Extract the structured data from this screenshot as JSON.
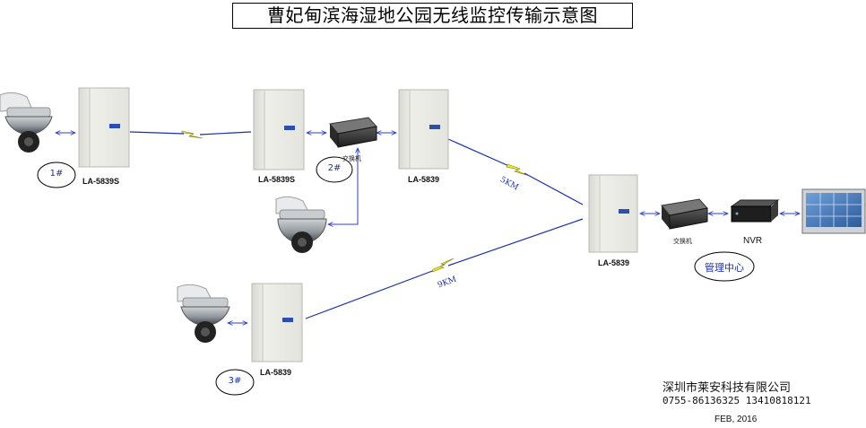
{
  "title": "曹妃甸滨海湿地公园无线监控传输示意图",
  "devices": {
    "ap1": "LA-5839S",
    "ap2": "LA-5839S",
    "ap3": "LA-5839",
    "ap_center": "LA-5839",
    "ap4": "LA-5839"
  },
  "switch_label_1": "交换机",
  "switch_label_2": "交换机",
  "nvr_label": "NVR",
  "links": {
    "link_5km": "5KM",
    "link_9km": "9KM"
  },
  "sites": {
    "site1": "1#",
    "site2": "2#",
    "site3": "3#",
    "center": "管理中心"
  },
  "footer": {
    "company": "深圳市莱安科技有限公司",
    "phone": "0755-86136325 13410818121",
    "date": "FEB, 2016"
  },
  "colors": {
    "link_line": "#1a2fb0",
    "lightning": "#f2ee20",
    "arrow": "#2a3fd0"
  }
}
